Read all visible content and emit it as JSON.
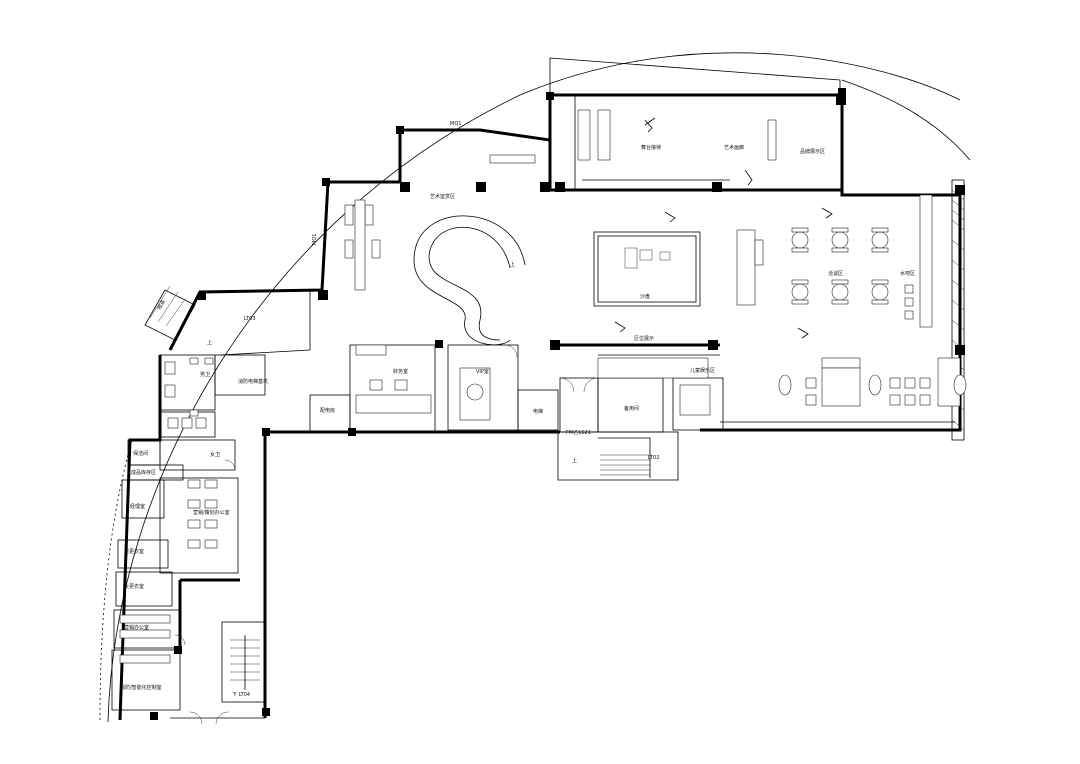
{
  "rooms": {
    "stage_display": "舞台接待",
    "art_gallery": "艺术画廊",
    "brand_exhibition": "品牌展示区",
    "art_recognition": "艺术鉴赏区",
    "sand_table": "沙盘",
    "negotiation": "洽谈区",
    "water_bar": "水吧区",
    "area_display": "区位展示",
    "kids_play": "儿童娱乐区",
    "vip_room": "VIP室",
    "finance": "财务室",
    "power_room": "配电房",
    "spare_room": "备用间",
    "men_toilet": "男卫",
    "women_toilet": "女卫",
    "fire_monitor": "消防电梯基坑",
    "cleaning": "保洁间",
    "goods_storage": "成品库存区",
    "manager": "经理室",
    "sales_office": "营销/策划办公室",
    "men_dressing": "男更衣室",
    "women_dressing": "女更衣室",
    "admin_office": "营销办公室",
    "control_room": "消防/智能化控制室",
    "stair_lt03": "LT03",
    "stair_lt02": "LT02",
    "stair_lt04": "LT04",
    "up_mark": "上",
    "down_mark": "下",
    "down_lt04": "下  LT04",
    "door_fm": "FM乙1621",
    "elevator": "电梯",
    "curtain_m01_top": "MQ1",
    "curtain_m01_side": "MQ1",
    "ramp_label": "坡道",
    "spiral_up": "上"
  }
}
